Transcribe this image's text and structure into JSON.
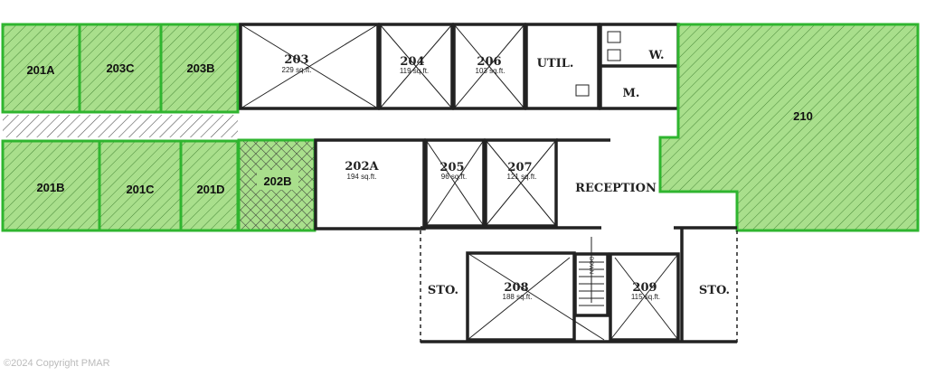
{
  "colors": {
    "green_fill": "#a9df8c",
    "green_border": "#2fb52f",
    "wall": "#222222"
  },
  "rooms": {
    "r201a": {
      "label": "201A"
    },
    "r203c": {
      "label": "203C"
    },
    "r203b": {
      "label": "203B"
    },
    "r201b": {
      "label": "201B"
    },
    "r201c": {
      "label": "201C"
    },
    "r201d": {
      "label": "201D"
    },
    "r202b": {
      "label": "202B"
    },
    "r202a": {
      "label": "202A",
      "area": "194 sq.ft."
    },
    "r203": {
      "label": "203",
      "area": "229 sq.ft."
    },
    "r204": {
      "label": "204",
      "area": "119 sq.ft."
    },
    "r206": {
      "label": "206",
      "area": "103 sq.ft."
    },
    "util": {
      "label": "UTIL."
    },
    "women": {
      "label": "W."
    },
    "men": {
      "label": "M."
    },
    "r205": {
      "label": "205",
      "area": "96 sq.ft."
    },
    "r207": {
      "label": "207",
      "area": "121 sq.ft."
    },
    "reception": {
      "label": "RECEPTION"
    },
    "r208": {
      "label": "208",
      "area": "188 sq.ft."
    },
    "r209": {
      "label": "209",
      "area": "115 sq.ft."
    },
    "sto_left": {
      "label": "STO."
    },
    "sto_right": {
      "label": "STO."
    },
    "r210": {
      "label": "210"
    },
    "stairs": {
      "label": "DOWN"
    }
  },
  "copyright": "©2024 Copyright PMAR"
}
